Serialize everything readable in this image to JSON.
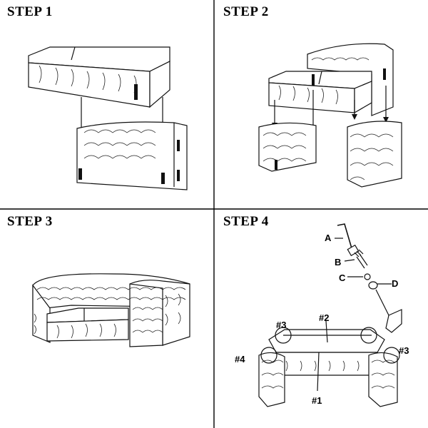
{
  "steps": [
    {
      "title": "STEP 1"
    },
    {
      "title": "STEP 2"
    },
    {
      "title": "STEP 3"
    },
    {
      "title": "STEP 4"
    }
  ],
  "step4_labels": {
    "a": "A",
    "b": "B",
    "c": "C",
    "d": "D",
    "part1": "#1",
    "part2": "#2",
    "part3_left": "#3",
    "part3_right": "#3",
    "part4": "#4"
  }
}
